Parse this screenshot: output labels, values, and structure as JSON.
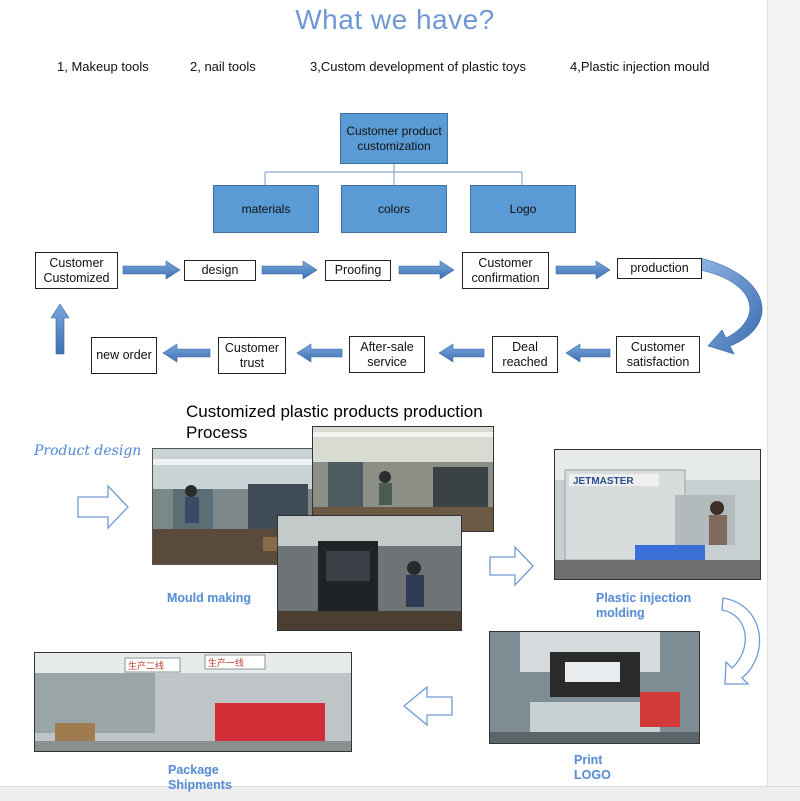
{
  "title": "What we have?",
  "categories": [
    "1, Makeup tools",
    "2, nail tools",
    "3,Custom development of plastic toys",
    "4,Plastic injection mould"
  ],
  "customization": {
    "root": "Customer product customization",
    "children": [
      "materials",
      "colors",
      "Logo"
    ]
  },
  "flow": {
    "row1": [
      "Customer Customized",
      "design",
      "Proofing",
      "Customer confirmation",
      "production"
    ],
    "row2": [
      "Customer satisfaction",
      "Deal reached",
      "After-sale service",
      "Customer trust",
      "new order"
    ]
  },
  "process": {
    "title": "Customized plastic products production\nProcess",
    "steps": {
      "product_design": "Product design",
      "mould_making": "Mould making",
      "plastic_injection": "Plastic injection\nmolding",
      "print_logo": "Print\nLOGO",
      "package": "Package\nShipments"
    },
    "photo_signs": {
      "machine_brand": "JETMASTER",
      "line_sign_1": "生产二线",
      "line_sign_2": "生产一线"
    }
  },
  "colors": {
    "title": "#6f97d4",
    "box_blue": "#5b9bd5",
    "arrow_blue": "#4f81bd",
    "caption": "#5b8fd4"
  }
}
